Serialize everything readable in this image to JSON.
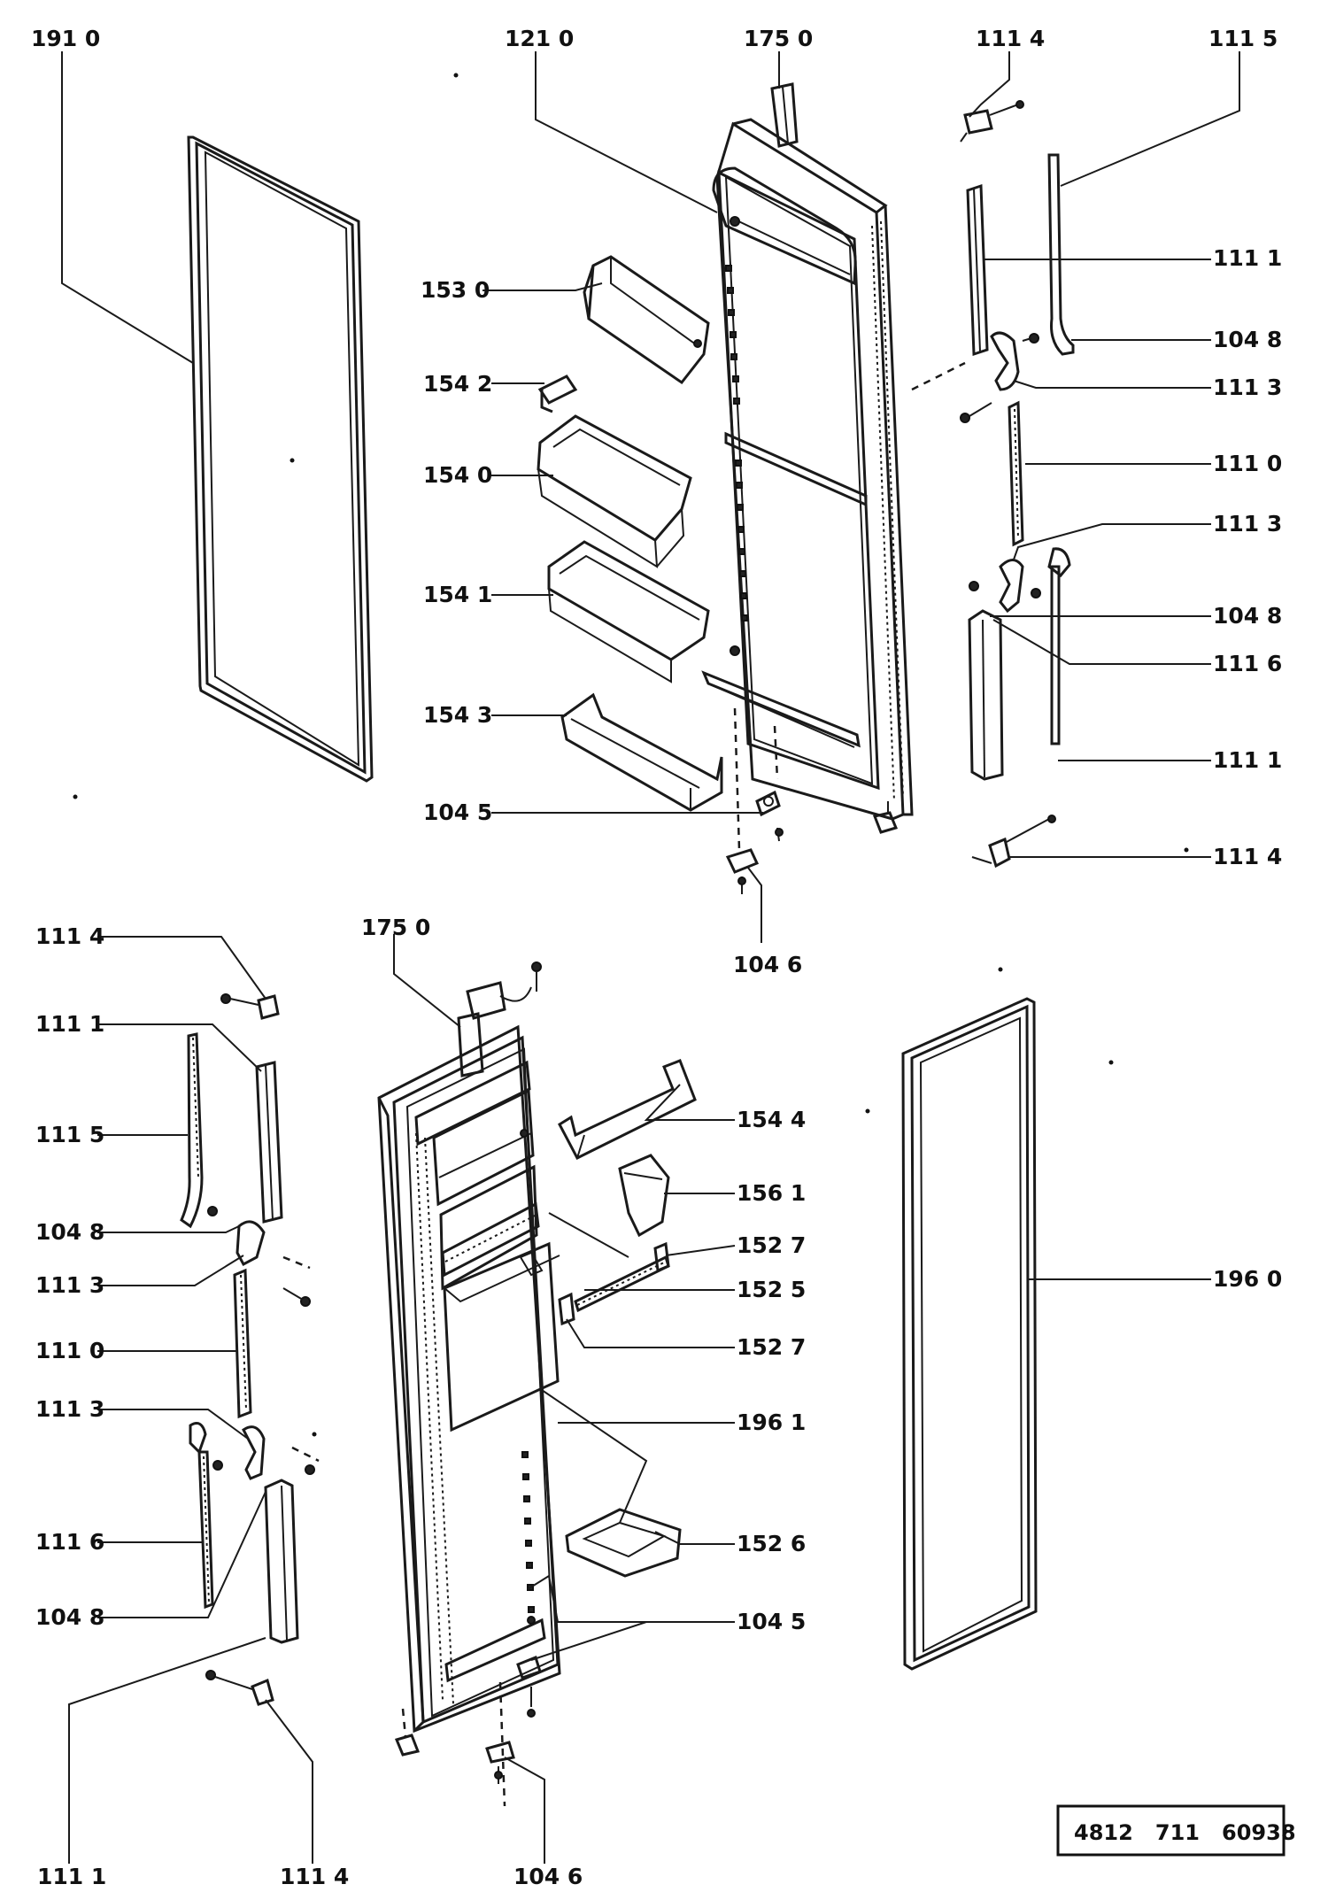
{
  "labels": {
    "l1910": "191 0",
    "l1210": "121 0",
    "l1750a": "175 0",
    "l1114a": "111 4",
    "l1115a": "111 5",
    "l1111a": "111 1",
    "l1530": "153 0",
    "l1048a": "104 8",
    "l1542": "154 2",
    "l1113a": "111 3",
    "l1540": "154 0",
    "l1110a": "111 0",
    "l1113b": "111 3",
    "l1541": "154 1",
    "l1048b": "104 8",
    "l1116a": "111 6",
    "l1543": "154 3",
    "l1111b": "111 1",
    "l1045a": "104 5",
    "l1114b": "111 4",
    "l1046a": "104 6",
    "l1114c": "111 4",
    "l1750b": "175 0",
    "l1111c": "111 1",
    "l1544": "154 4",
    "l1115b": "111 5",
    "l1561": "156 1",
    "l1048c": "104 8",
    "l1527a": "152 7",
    "l1113c": "111 3",
    "l1525": "152 5",
    "l1960": "196 0",
    "l1110b": "111 0",
    "l1527b": "152 7",
    "l1961": "196 1",
    "l1113d": "111 3",
    "l1526": "152 6",
    "l1116b": "111 6",
    "l1048d": "104 8",
    "l1045b": "104 5",
    "l1111d": "111 1",
    "l1114d": "111 4",
    "l1046b": "104 6"
  },
  "drawing_code": "4812   711   60938"
}
